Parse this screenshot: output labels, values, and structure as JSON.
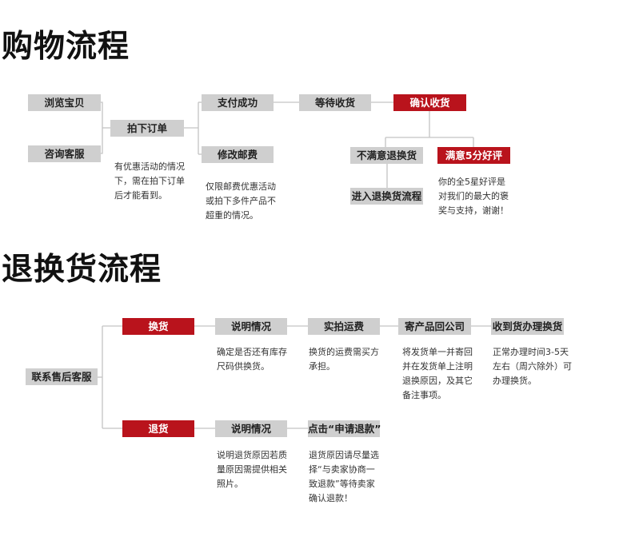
{
  "section1": {
    "title": "购物流程",
    "browse": "浏览宝贝",
    "consult": "咨询客服",
    "order": "拍下订单",
    "order_note": "有优惠活动的情况\n下，需在拍下订单\n后才能看到。",
    "paid": "支付成功",
    "modify_postage": "修改邮费",
    "postage_note": "仅限邮费优惠活动\n或拍下多件产品不\n超重的情况。",
    "wait_receive": "等待收货",
    "confirm_receive": "确认收货",
    "unsatisfied": "不满意退换货",
    "satisfied": "满意5分好评",
    "enter_return": "进入退换货流程",
    "praise_note": "你的全5星好评是\n对我们的最大的褒\n奖与支持，谢谢！"
  },
  "section2": {
    "title": "退换货流程",
    "contact": "联系售后客服",
    "exchange": "换货",
    "refund": "退货",
    "explain1": "说明情况",
    "explain1_note": "确定是否还有库存\n尺码供换货。",
    "photo_shipping": "实拍运费",
    "shipping_note": "换货的运费需买方\n承担。",
    "send_back": "寄产品回公司",
    "send_note": "将发货单一并寄回\n并在发货单上注明\n退换原因，及其它\n备注事项。",
    "receive_exchange": "收到货办理换货",
    "receive_note": "正常办理时间3-5天\n左右（周六除外）可\n办理换货。",
    "explain2": "说明情况",
    "explain2_note": "说明退货原因若质\n量原因需提供相关\n照片。",
    "apply_refund": "点击“申请退款”",
    "refund_note": "退货原因请尽量选\n择“与卖家协商一\n致退款”等待卖家\n确认退款！"
  },
  "colors": {
    "accent_red": "#b9131c",
    "box_gray": "#cfcfcf",
    "line_gray": "#c4c4c4"
  }
}
